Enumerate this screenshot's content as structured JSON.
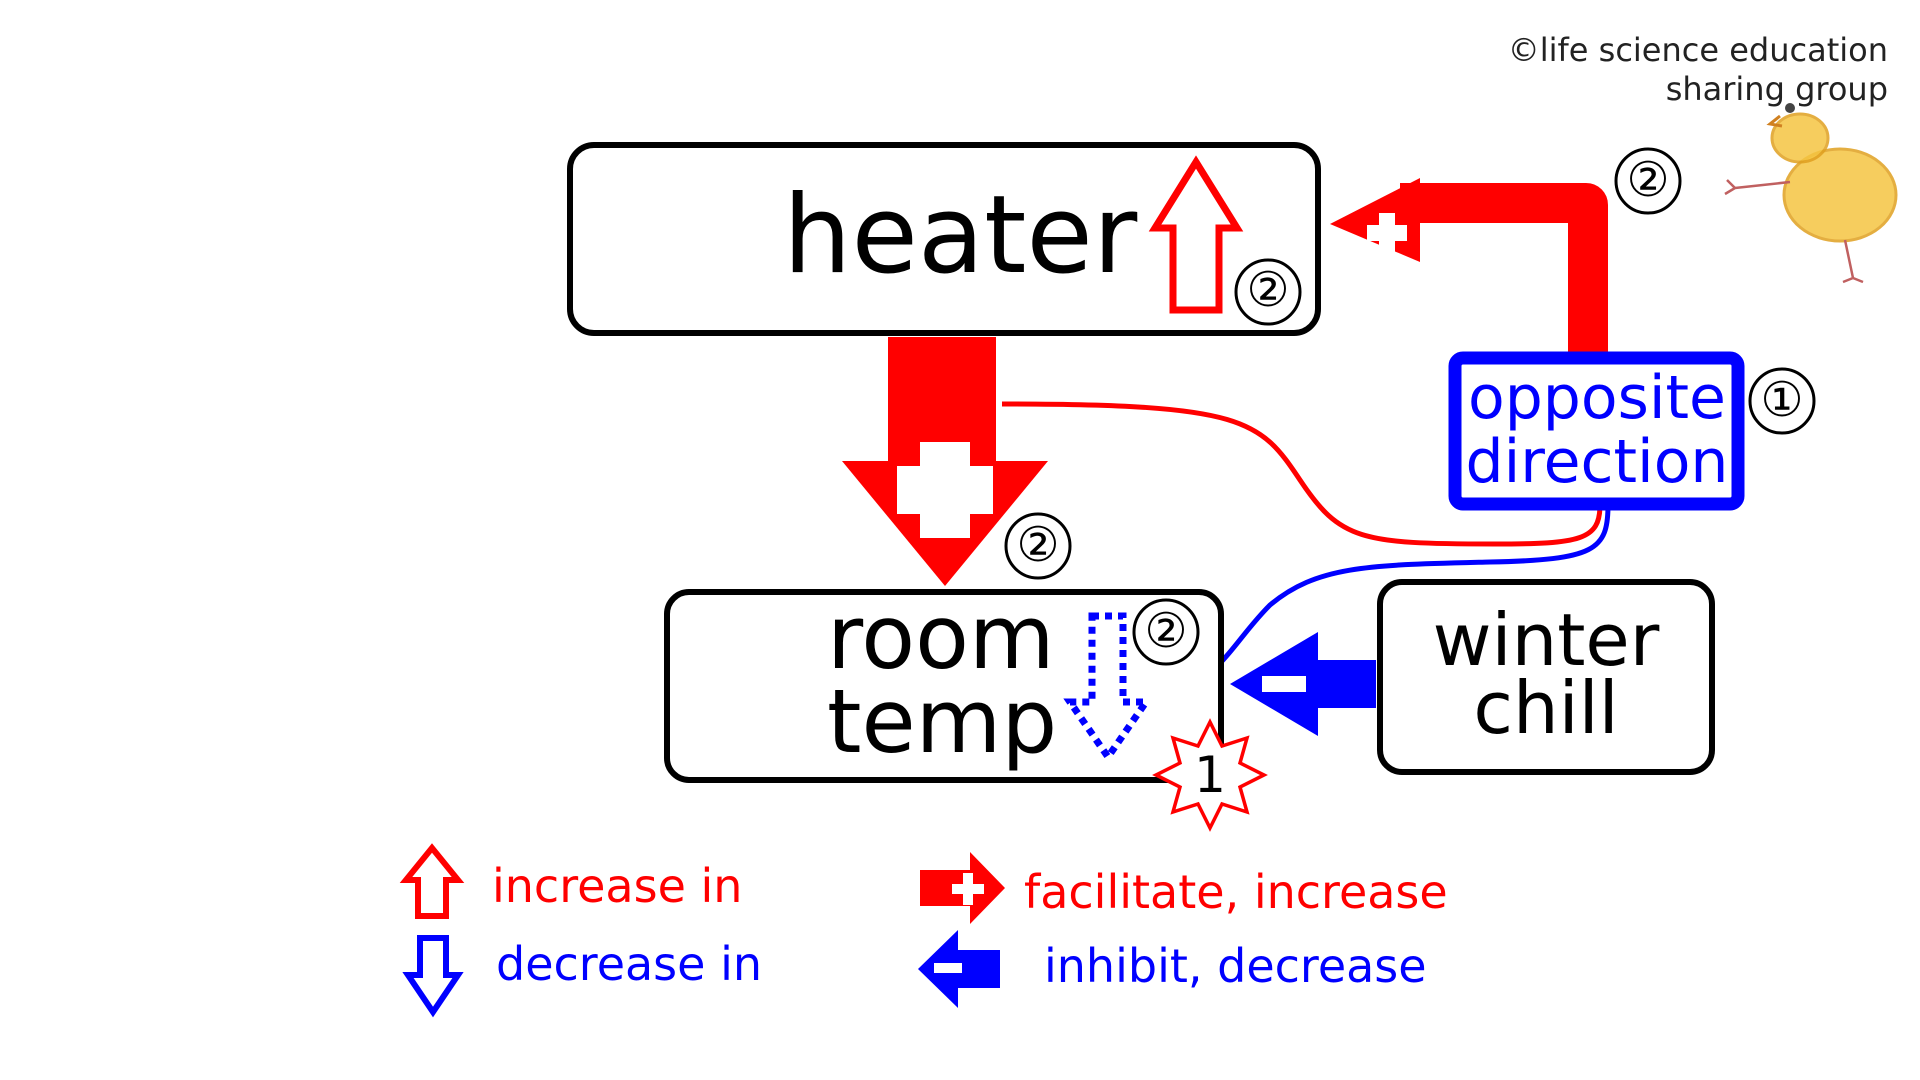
{
  "copyright": {
    "line1": "©life science education",
    "line2": "sharing group"
  },
  "nodes": {
    "heater": {
      "label": "heater",
      "step": "②",
      "state_icon": "hollow-up-arrow-icon"
    },
    "room_temp": {
      "line1": "room",
      "line2": "temp",
      "step": "②",
      "event": "1",
      "state_icon": "dotted-down-arrow-icon"
    },
    "winter_chill": {
      "line1": "winter",
      "line2": "chill"
    },
    "opposite": {
      "line1": "opposite",
      "line2": "direction",
      "step": "①"
    }
  },
  "edges": {
    "heater_to_room": {
      "sign": "+",
      "step": "②"
    },
    "opposite_to_heater": {
      "sign": "+",
      "step": "②"
    },
    "winter_to_room": {
      "sign": "−"
    }
  },
  "legend": {
    "increase": "increase in",
    "decrease": "decrease in",
    "facilitate": "facilitate, increase",
    "inhibit": "inhibit, decrease"
  },
  "colors": {
    "red": "#ff0000",
    "blue": "#0000ff",
    "black": "#000000",
    "chick_yellow": "#f5c542"
  }
}
